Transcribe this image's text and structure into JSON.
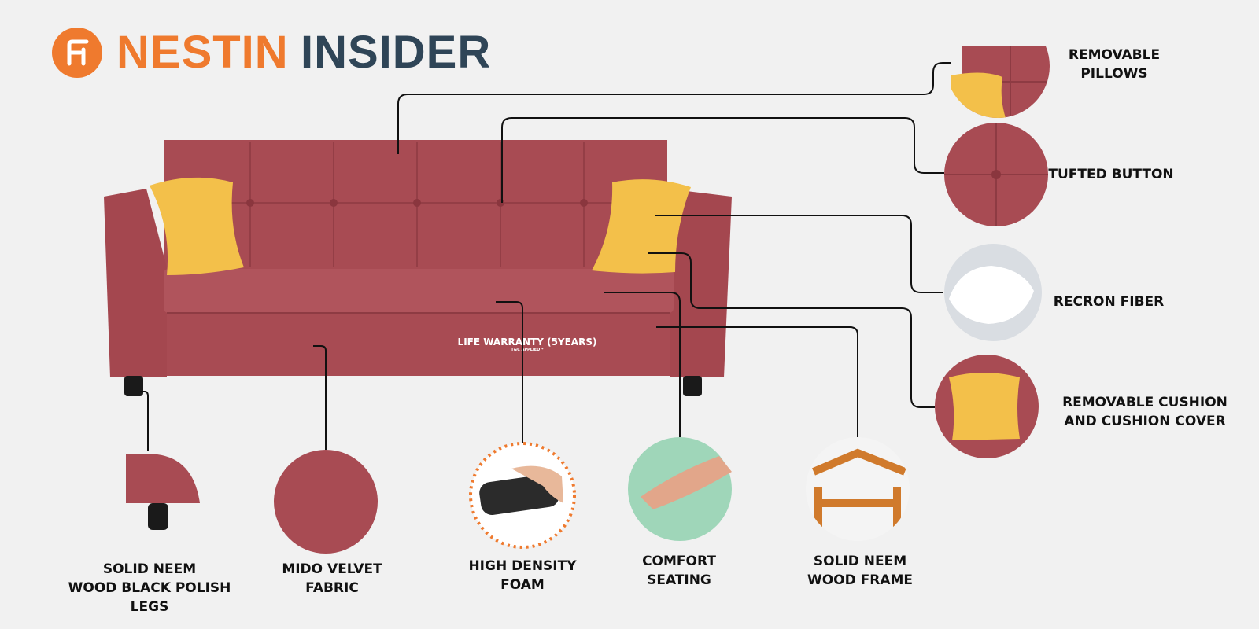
{
  "brand": {
    "name_part1": "NESTIN",
    "name_part2": "INSIDER",
    "logo_glyph": "fi-logo-icon",
    "accent_color": "#ef7a2e",
    "secondary_color": "#2f4557"
  },
  "product": {
    "fabric_color": "#a8464f",
    "pillow_color": "#f3c04a",
    "warranty_text": "LIFE WARRANTY (5YEARS)",
    "warranty_note": "T&C APPLIED *"
  },
  "features": {
    "removable_pillows": "REMOVABLE\nPILLOWS",
    "tufted_button": "TUFTED BUTTON",
    "recron_fiber": "RECRON FIBER",
    "removable_cushion": "REMOVABLE CUSHION\nAND CUSHION COVER",
    "legs": "SOLID NEEM\nWOOD BLACK POLISH LEGS",
    "fabric": "MIDO VELVET\nFABRIC",
    "foam": "HIGH DENSITY\nFOAM",
    "comfort": "COMFORT\nSEATING",
    "frame": "SOLID NEEM\nWOOD FRAME"
  }
}
